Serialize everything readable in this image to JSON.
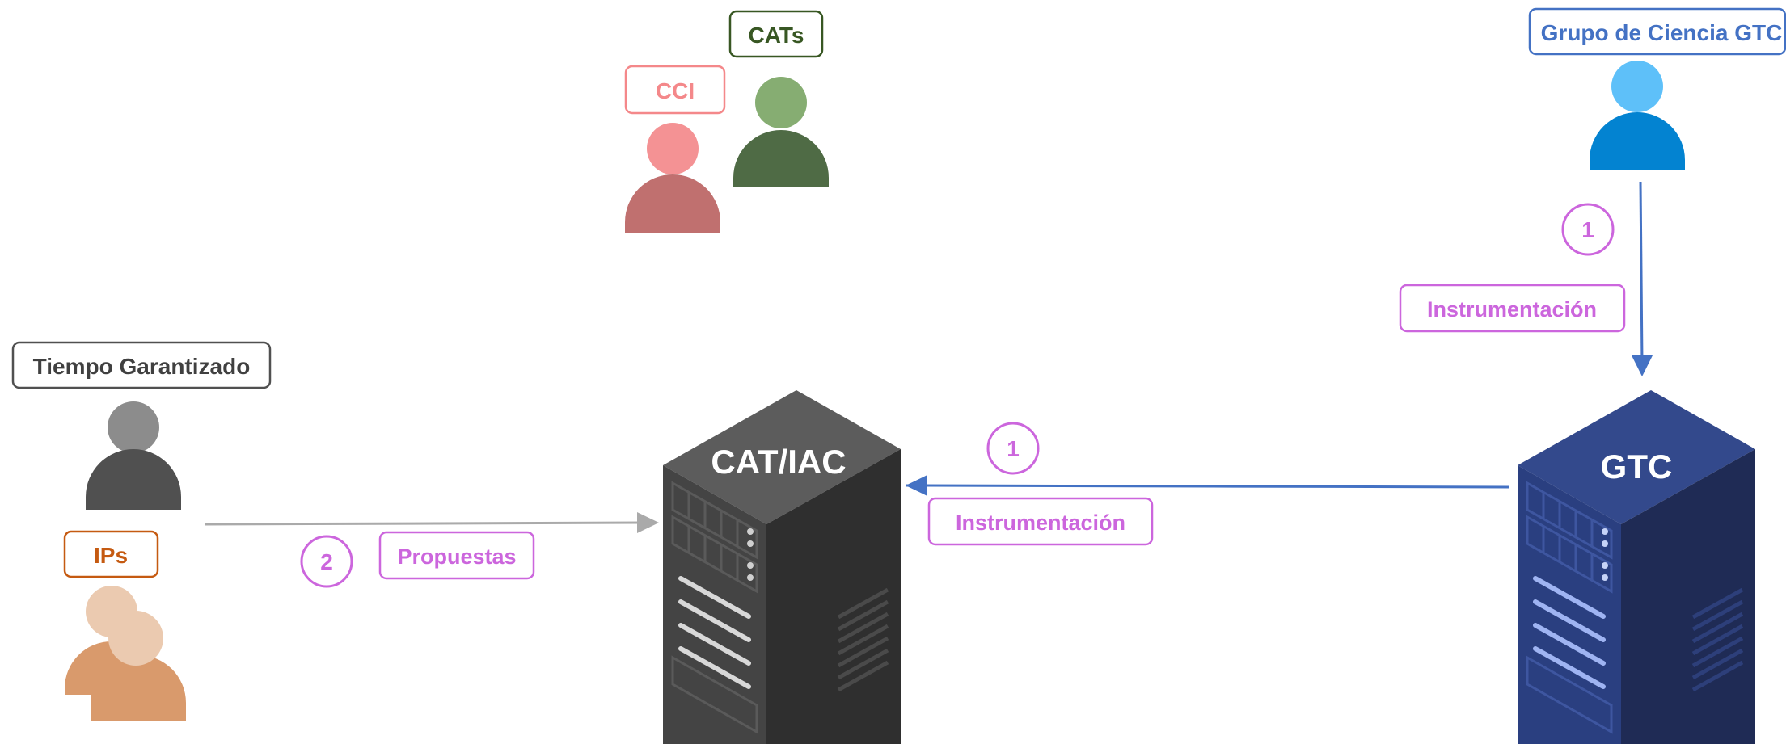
{
  "labels": {
    "tiempo_garantizado": "Tiempo Garantizado",
    "ips": "IPs",
    "cci": "CCI",
    "cats": "CATs",
    "grupo_gtc": "Grupo de Ciencia GTC",
    "cat_iac": "CAT/IAC",
    "gtc": "GTC",
    "propuestas": "Propuestas",
    "instrumentacion_left": "Instrumentación",
    "instrumentacion_right": "Instrumentación",
    "step_propuestas": "2",
    "step_instr_left": "1",
    "step_instr_right": "1"
  },
  "colors": {
    "grey_dark": "#505050",
    "grey_light": "#8c8c8c",
    "ips_text": "#c55a11",
    "ips_body": "#d99a6c",
    "ips_head": "#ebcab0",
    "cci_text": "#f4888a",
    "cci_body": "#c0706f",
    "cci_head": "#f49294",
    "cats_text": "#385723",
    "cats_body": "#4f6b45",
    "cats_head": "#86ad72",
    "gtc_text": "#4472c4",
    "gtc_body": "#0383d1",
    "gtc_head": "#5ec0f9",
    "purple": "#cc66dd",
    "arrow_blue": "#4472c4",
    "arrow_grey": "#aaaaaa",
    "server_cat": "#3a3a3a",
    "server_gtc": "#2c3e73"
  }
}
